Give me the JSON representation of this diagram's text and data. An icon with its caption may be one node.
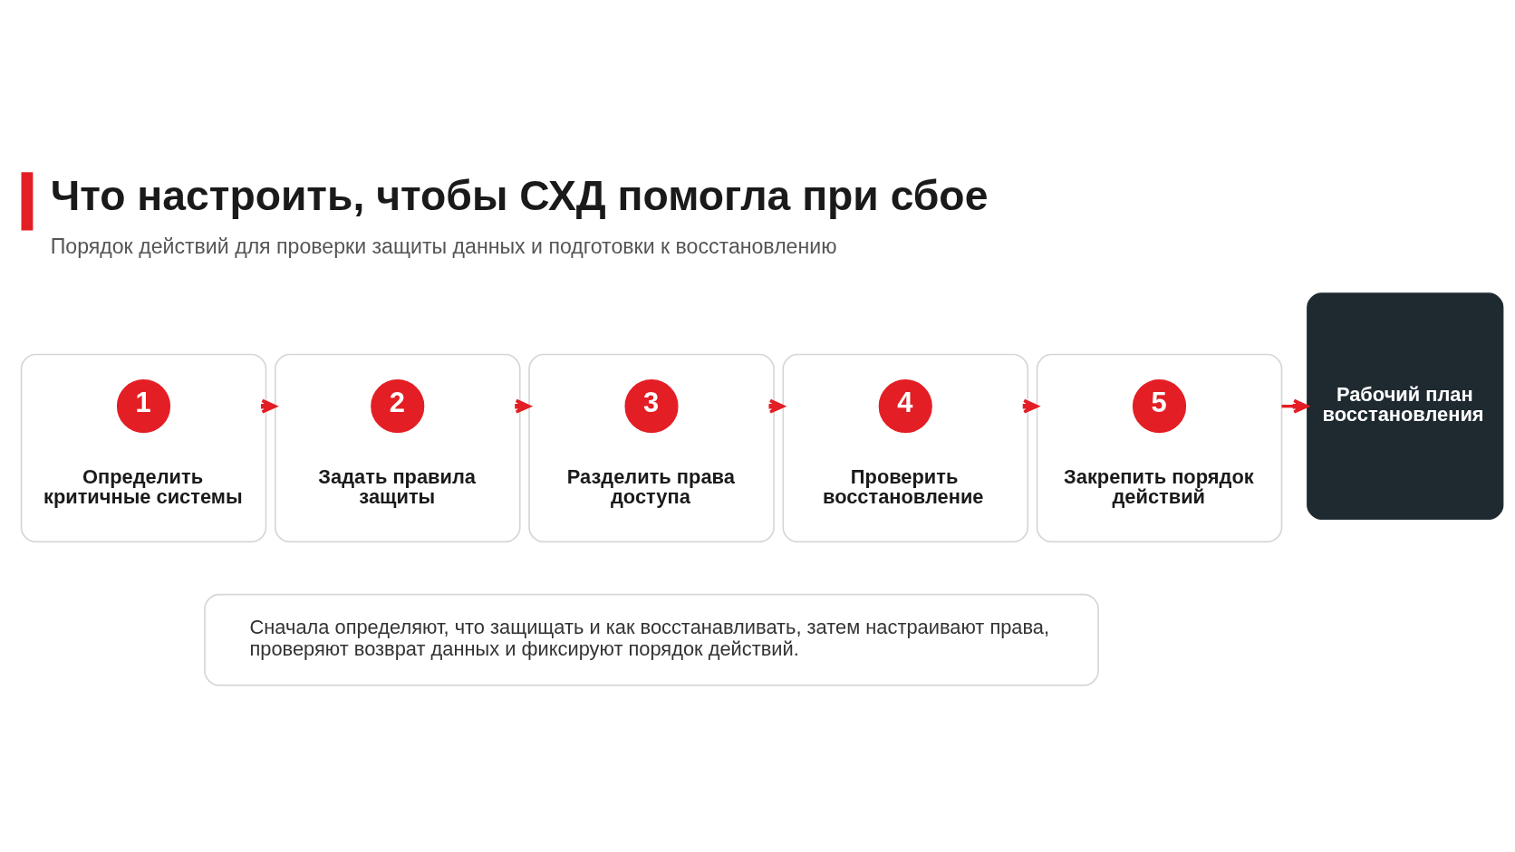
{
  "diagram": {
    "title": "Что настроить, чтобы СХД помогла при сбое",
    "caption": "Порядок действий для проверки защиты данных и подготовки к восстановлению",
    "nodes": [
      {
        "text": [
          "Определить критичные системы"
        ]
      },
      {
        "text": [
          "1"
        ],
        "in": 0
      },
      {
        "text": [
          "Задать правила защиты"
        ]
      },
      {
        "text": [
          "2"
        ],
        "in": 2
      },
      {
        "text": [
          "Разделить права доступа"
        ]
      },
      {
        "text": [
          "3"
        ],
        "in": 4
      },
      {
        "text": [
          "Проверить восстановление"
        ]
      },
      {
        "text": [
          "4"
        ],
        "in": 6
      },
      {
        "text": [
          "Закрепить порядок действий"
        ]
      },
      {
        "text": [
          "5"
        ],
        "in": 8
      },
      {
        "text": [
          "Рабочий план восстановления"
        ]
      },
      {
        "text": [
          "Сначала определяют, что защищать и как восстанавливать, затем настраивают права, проверяют возврат данных и фиксируют порядок действий."
        ]
      }
    ],
    "edges": [
      {
        "from": 0,
        "to": 2,
        "arrow": "to"
      },
      {
        "from": 2,
        "to": 4,
        "arrow": "to"
      },
      {
        "from": 4,
        "to": 6,
        "arrow": "to"
      },
      {
        "from": 6,
        "to": 8,
        "arrow": "to"
      },
      {
        "from": 8,
        "to": 10,
        "arrow": "to"
      }
    ]
  }
}
